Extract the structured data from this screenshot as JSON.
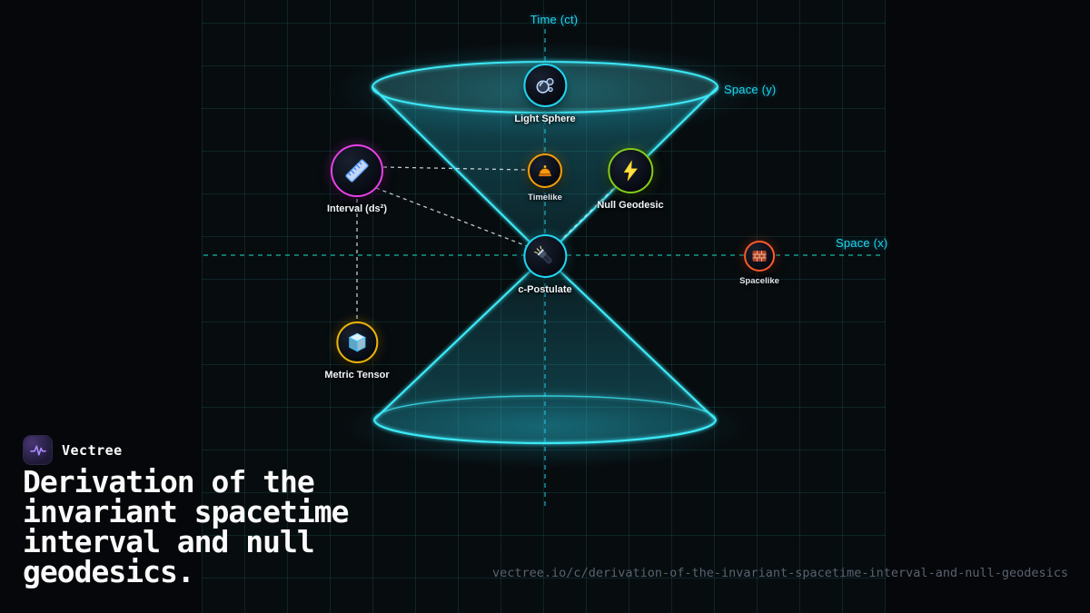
{
  "brand": {
    "name": "Vectree",
    "logo_icon": "pulse-waveform-icon"
  },
  "heading": {
    "text": "Derivation of the invariant spacetime interval and null geodesics."
  },
  "footer": {
    "url": "vectree.io/c/derivation-of-the-invariant-spacetime-interval-and-null-geodesics"
  },
  "axes": {
    "time": "Time (ct)",
    "space_x": "Space (x)",
    "space_y": "Space (y)"
  },
  "nodes": [
    {
      "id": "light-sphere",
      "label": "Light Sphere",
      "icon": "bubbles-icon",
      "ring_color": "#22d3ee"
    },
    {
      "id": "timelike",
      "label": "Timelike",
      "icon": "bell-icon",
      "ring_color": "#f59e0b"
    },
    {
      "id": "null-geodesic",
      "label": "Null Geodesic",
      "icon": "lightning-icon",
      "ring_color": "#84cc16"
    },
    {
      "id": "interval",
      "label": "Interval (ds²)",
      "icon": "ruler-icon",
      "ring_color": "#e840e8"
    },
    {
      "id": "c-postulate",
      "label": "c-Postulate",
      "icon": "flashlight-icon",
      "ring_color": "#22d3ee"
    },
    {
      "id": "spacelike",
      "label": "Spacelike",
      "icon": "brick-icon",
      "ring_color": "#ff5a2b"
    },
    {
      "id": "metric-tensor",
      "label": "Metric Tensor",
      "icon": "cube-icon",
      "ring_color": "#eab308"
    }
  ],
  "colors": {
    "background": "#06070b",
    "grid_line": "#2dd4bf",
    "cone_stroke": "#3ee8f6",
    "time_axis": "#22d3ee",
    "space_axis": "#14b8a6",
    "axis_label": "#22d3ee",
    "connector": "#e2e8f0",
    "heading_text": "#fafafa",
    "url_text": "#58636f"
  }
}
